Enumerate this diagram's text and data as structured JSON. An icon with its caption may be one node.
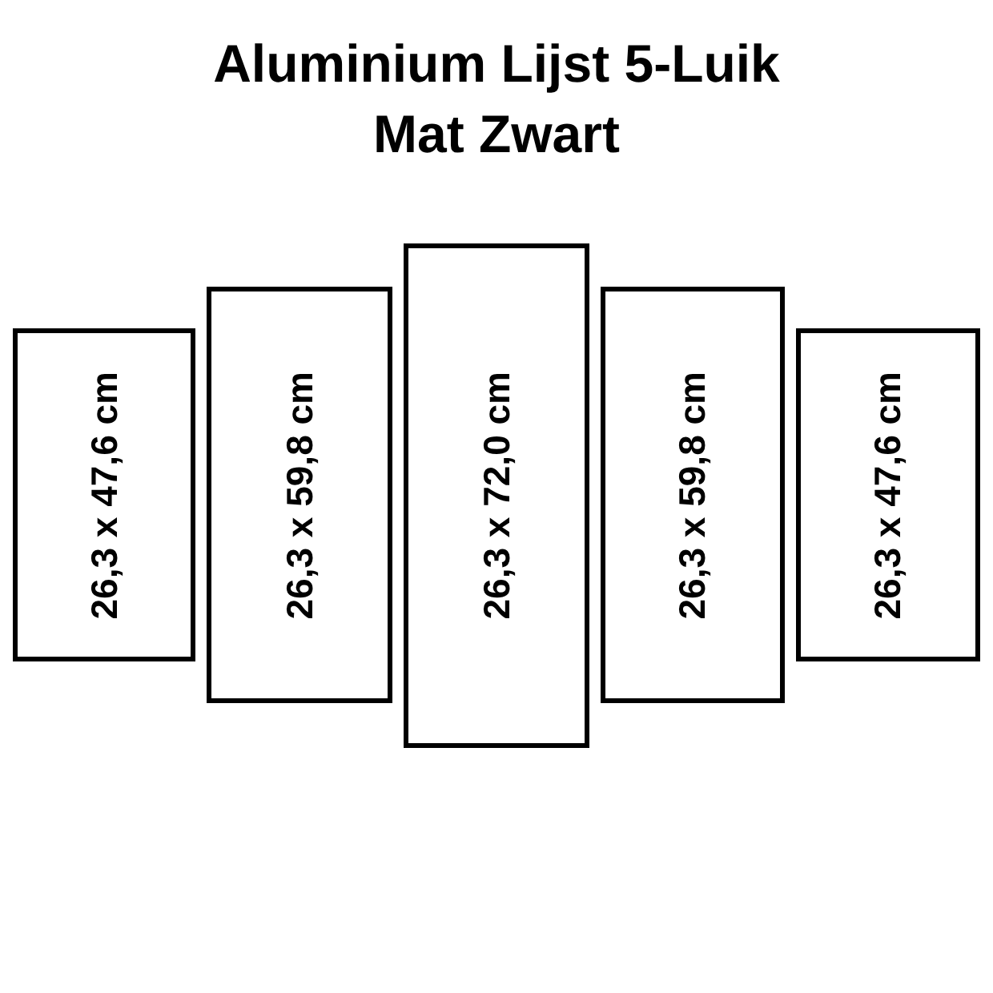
{
  "diagram": {
    "title": "Aluminium Lijst 5-Luik Mat Zwart",
    "nodes": [
      {
        "text": [
          "26,3 x 47,6 cm"
        ]
      },
      {
        "text": [
          "26,3 x 59,8 cm"
        ]
      },
      {
        "text": [
          "26,3 x 72,0 cm"
        ]
      },
      {
        "text": [
          "26,3 x 59,8 cm"
        ]
      },
      {
        "text": [
          "26,3 x 47,6 cm"
        ]
      }
    ]
  }
}
